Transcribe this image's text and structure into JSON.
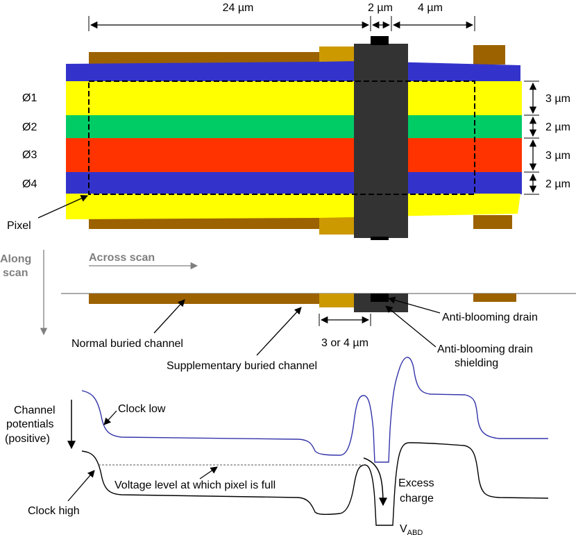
{
  "dimensions": {
    "pixel_width": "24 µm",
    "drain_width": "2 µm",
    "gap_width": "4 µm",
    "phase1_height": "3 µm",
    "phase2_height": "2 µm",
    "phase3_height": "3 µm",
    "phase4_height": "2 µm",
    "supplementary_width": "3 or 4 µm"
  },
  "phases": {
    "p1": "Ø1",
    "p2": "Ø2",
    "p3": "Ø3",
    "p4": "Ø4"
  },
  "labels": {
    "pixel": "Pixel",
    "along_scan_1": "Along",
    "along_scan_2": "scan",
    "across_scan": "Across scan",
    "normal_buried_channel": "Normal buried channel",
    "supplementary_buried_channel": "Supplementary  buried channel",
    "anti_blooming_drain": "Anti-blooming drain",
    "anti_blooming_shielding_1": "Anti-blooming drain",
    "anti_blooming_shielding_2": "shielding",
    "channel_potentials_1": "Channel",
    "channel_potentials_2": "potentials",
    "channel_potentials_3": "(positive)",
    "clock_low": "Clock low",
    "clock_high": "Clock high",
    "full_level": "Voltage level at which pixel is full",
    "excess_charge_1": "Excess",
    "excess_charge_2": "charge",
    "vabd_main": "V",
    "vabd_sub": "ABD"
  },
  "colors": {
    "yellow": "#ffff00",
    "green": "#00cc66",
    "red": "#ff3300",
    "blue": "#3333cc",
    "brown": "#9c6200",
    "gold": "#cc9900",
    "drain_dark": "#333333",
    "clock_low_line": "#3333aa",
    "clock_high_line": "#000000",
    "gray_text": "#7f7f7f"
  }
}
